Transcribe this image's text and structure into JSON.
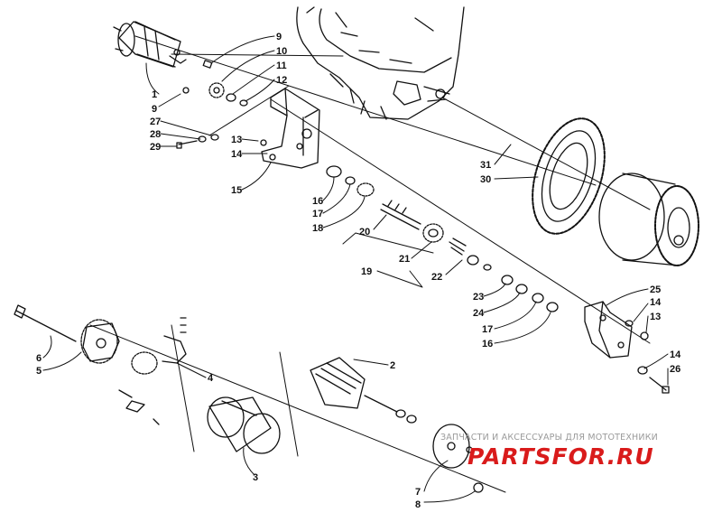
{
  "callouts": {
    "c1": "1",
    "c2": "2",
    "c3": "3",
    "c4": "4",
    "c5": "5",
    "c6": "6",
    "c7": "7",
    "c8": "8",
    "c9a": "9",
    "c9b": "9",
    "c10": "10",
    "c11": "11",
    "c12": "12",
    "c13a": "13",
    "c13b": "13",
    "c14a": "14",
    "c14b": "14",
    "c14c": "14",
    "c15": "15",
    "c16a": "16",
    "c16b": "16",
    "c17a": "17",
    "c17b": "17",
    "c18": "18",
    "c19": "19",
    "c20": "20",
    "c21": "21",
    "c22": "22",
    "c23": "23",
    "c24": "24",
    "c25": "25",
    "c26": "26",
    "c27": "27",
    "c28": "28",
    "c29": "29",
    "c30": "30",
    "c31": "31"
  },
  "watermark": {
    "caption": "ЗАПЧАСТИ И АКСЕССУАРЫ ДЛЯ МОТОТЕХНИКИ",
    "logo": "PARTSFOR.RU"
  }
}
